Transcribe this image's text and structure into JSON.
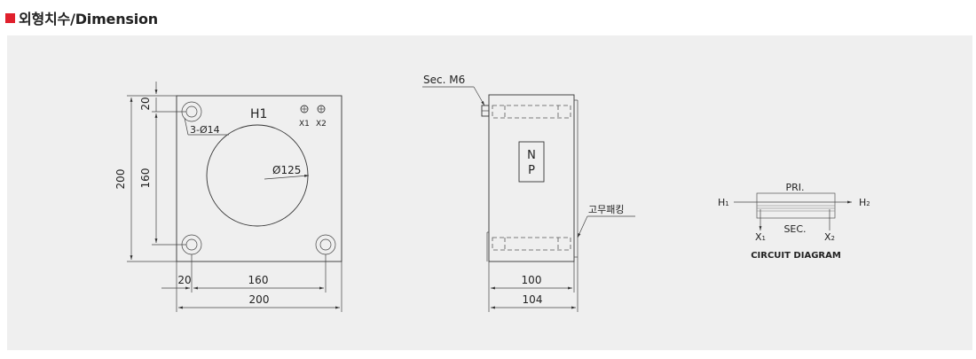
{
  "header": {
    "title": "외형치수/Dimension",
    "accent_color": "#e0202c"
  },
  "front_view": {
    "label_h1": "H1",
    "terminal_x1": "X1",
    "terminal_x2": "X2",
    "hole_callout": "3-Ø14",
    "bore_diameter": "Ø125",
    "dims": {
      "top_offset": "20",
      "inner_height": "160",
      "total_height": "200",
      "left_offset": "20",
      "inner_width": "160",
      "total_width": "200"
    }
  },
  "side_view": {
    "screw_label": "Sec. M6",
    "nameplate_top": "N",
    "nameplate_bottom": "P",
    "gasket_label": "고무패킹",
    "dims": {
      "body_width": "100",
      "total_width": "104"
    }
  },
  "circuit": {
    "primary_label": "PRI.",
    "secondary_label": "SEC.",
    "h1": "H",
    "h1_sub": "1",
    "h2": "H",
    "h2_sub": "2",
    "x1": "X",
    "x1_sub": "1",
    "x2": "X",
    "x2_sub": "2",
    "caption": "CIRCUIT DIAGRAM"
  }
}
